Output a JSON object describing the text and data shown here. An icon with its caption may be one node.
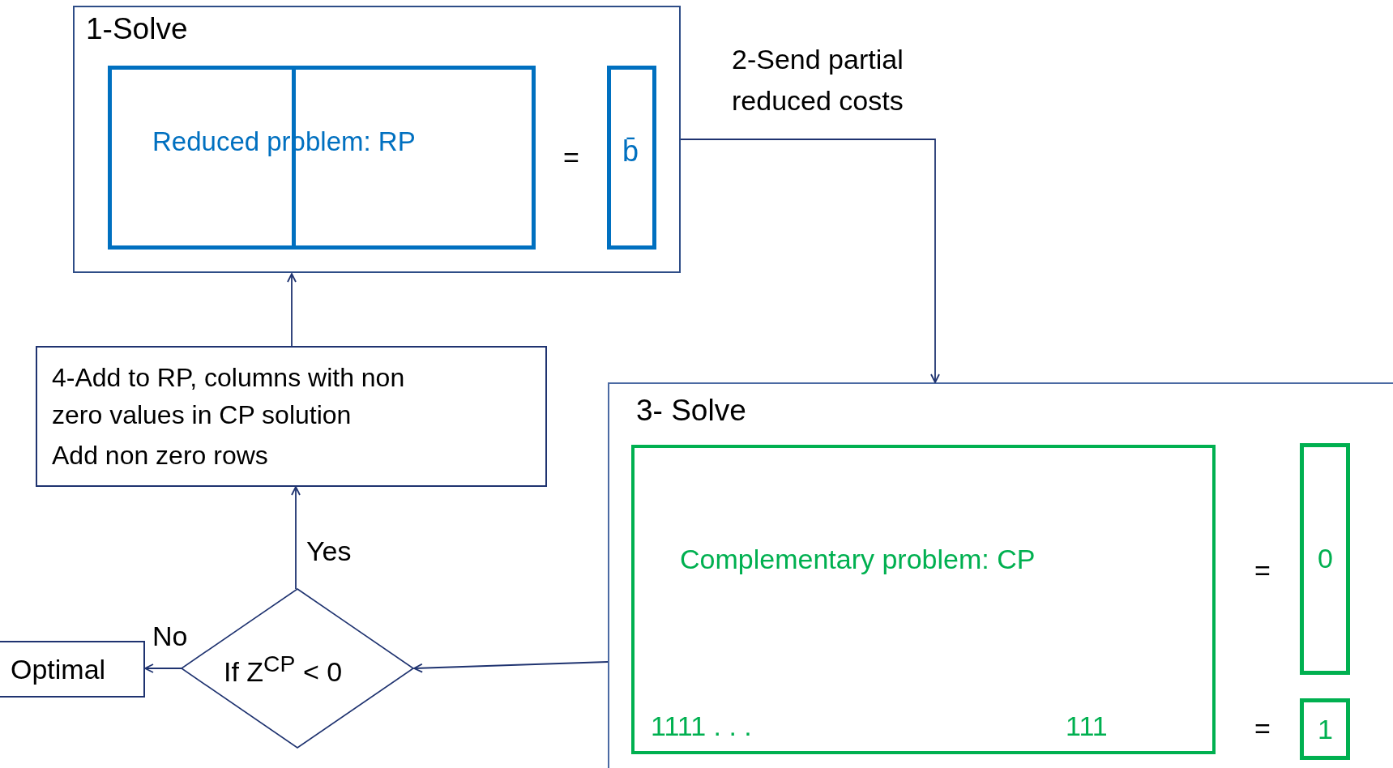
{
  "diagram": {
    "nodes": [
      {
        "text": [
          "1-Solve"
        ]
      },
      {
        "text": [
          "Reduced problem: RP"
        ],
        "in": 0
      },
      {
        "text": [
          "b̄"
        ],
        "in": 0
      },
      {
        "text": [
          "3- Solve"
        ]
      },
      {
        "text": [
          "Complementary problem: CP",
          "1111 . . .",
          "111"
        ],
        "in": 3
      },
      {
        "text": [
          "0"
        ],
        "in": 3
      },
      {
        "text": [
          "1"
        ],
        "in": 3
      },
      {
        "text": [
          "4-Add to RP, columns with non zero values in CP solution",
          "Add non zero rows"
        ]
      },
      {
        "text": [
          "If Z$^{CP}$ < 0"
        ]
      },
      {
        "text": [
          "Optimal"
        ]
      }
    ],
    "edges": [
      {
        "from": 0,
        "to": 3,
        "arrow": "to",
        "label": "2-Send partial reduced costs"
      },
      {
        "from": 3,
        "to": 8,
        "arrow": "to"
      },
      {
        "from": 8,
        "to": 7,
        "arrow": "to",
        "label": "Yes"
      },
      {
        "from": 8,
        "to": 9,
        "arrow": "to",
        "label": "No"
      },
      {
        "from": 7,
        "to": 0,
        "arrow": "to"
      }
    ],
    "labels": [
      "=",
      "=",
      "="
    ]
  }
}
